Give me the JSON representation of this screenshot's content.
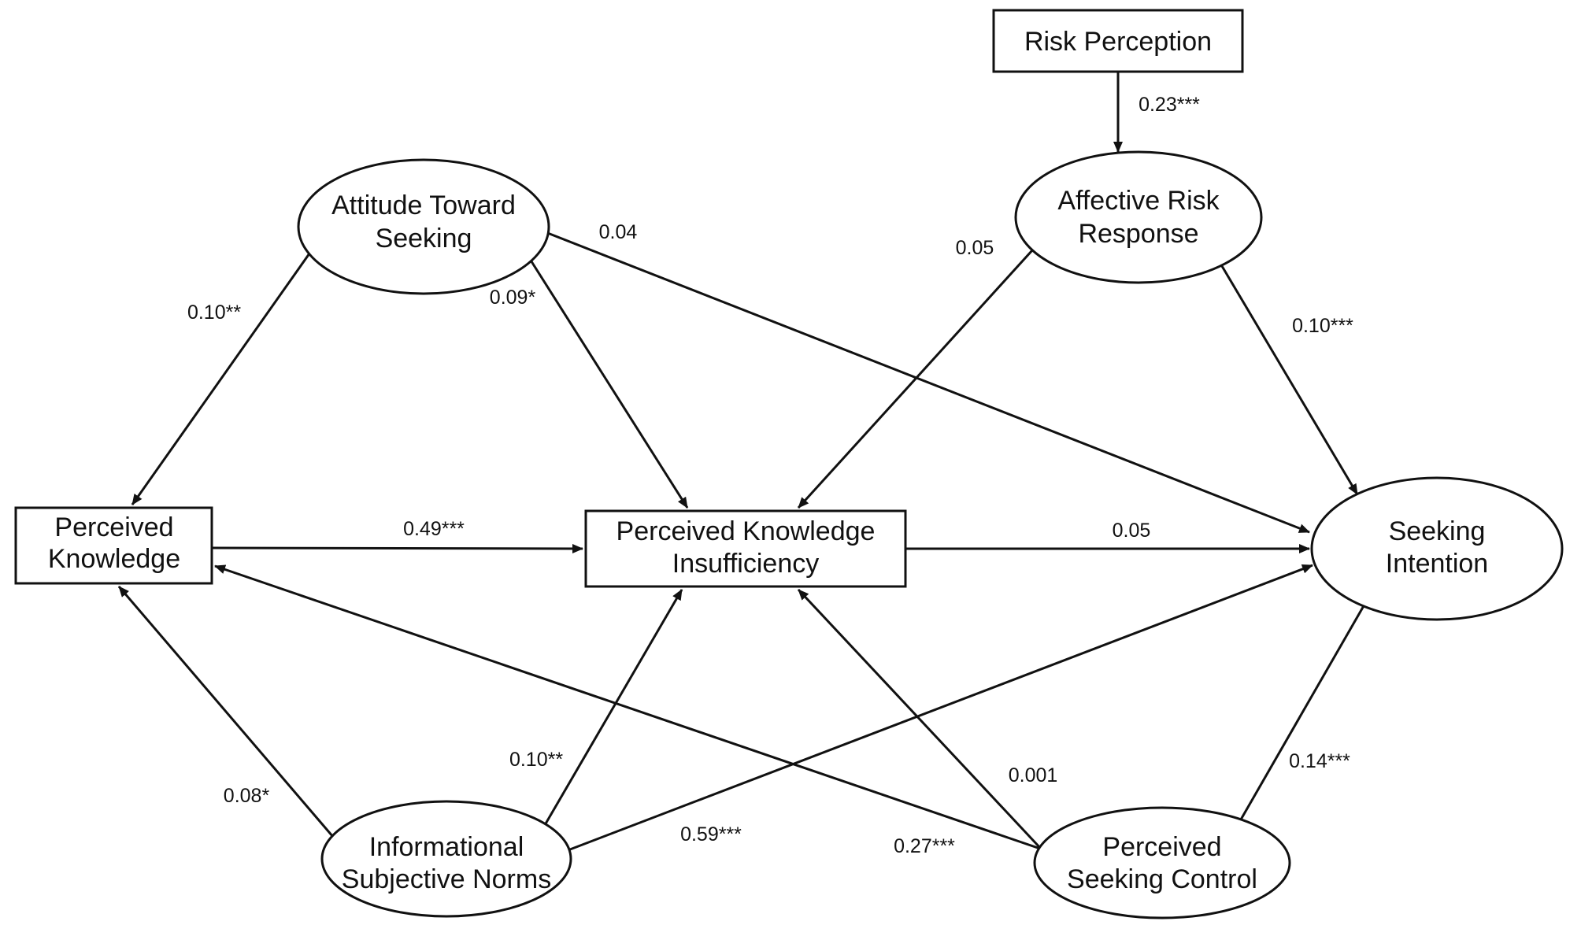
{
  "nodes": {
    "risk_perception": {
      "lines": [
        "Risk Perception"
      ]
    },
    "attitude": {
      "lines": [
        "Attitude Toward",
        "Seeking"
      ]
    },
    "affective": {
      "lines": [
        "Affective Risk",
        "Response"
      ]
    },
    "perceived_knowledge": {
      "lines": [
        "Perceived",
        "Knowledge"
      ]
    },
    "pki": {
      "lines": [
        "Perceived Knowledge",
        "Insufficiency"
      ]
    },
    "seeking_intention": {
      "lines": [
        "Seeking",
        "Intention"
      ]
    },
    "isn": {
      "lines": [
        "Informational",
        "Subjective Norms"
      ]
    },
    "psc": {
      "lines": [
        "Perceived",
        "Seeking Control"
      ]
    }
  },
  "edges": {
    "rp_ar": {
      "from": "Risk Perception",
      "to": "Affective Risk Response",
      "label": "0.23***"
    },
    "att_pk": {
      "from": "Attitude Toward Seeking",
      "to": "Perceived Knowledge",
      "label": "0.10**"
    },
    "att_pki": {
      "from": "Attitude Toward Seeking",
      "to": "Perceived Knowledge Insufficiency",
      "label": "0.09*"
    },
    "att_si": {
      "from": "Attitude Toward Seeking",
      "to": "Seeking Intention",
      "label": "0.04"
    },
    "ar_pki": {
      "from": "Affective Risk Response",
      "to": "Perceived Knowledge Insufficiency",
      "label": "0.05"
    },
    "ar_si": {
      "from": "Affective Risk Response",
      "to": "Seeking Intention",
      "label": "0.10***"
    },
    "pk_pki": {
      "from": "Perceived Knowledge",
      "to": "Perceived Knowledge Insufficiency",
      "label": "0.49***"
    },
    "pki_si": {
      "from": "Perceived Knowledge Insufficiency",
      "to": "Seeking Intention",
      "label": "0.05"
    },
    "isn_pk": {
      "from": "Informational Subjective Norms",
      "to": "Perceived Knowledge",
      "label": "0.08*"
    },
    "isn_pki": {
      "from": "Informational Subjective Norms",
      "to": "Perceived Knowledge Insufficiency",
      "label": "0.10**"
    },
    "isn_si": {
      "from": "Informational Subjective Norms",
      "to": "Seeking Intention",
      "label": "0.59***"
    },
    "psc_pk": {
      "from": "Perceived Seeking Control",
      "to": "Perceived Knowledge",
      "label": "0.27***"
    },
    "psc_pki": {
      "from": "Perceived Seeking Control",
      "to": "Perceived Knowledge Insufficiency",
      "label": "0.001"
    },
    "psc_si": {
      "from": "Perceived Seeking Control",
      "to": "Seeking Intention",
      "label": "0.14***"
    }
  }
}
